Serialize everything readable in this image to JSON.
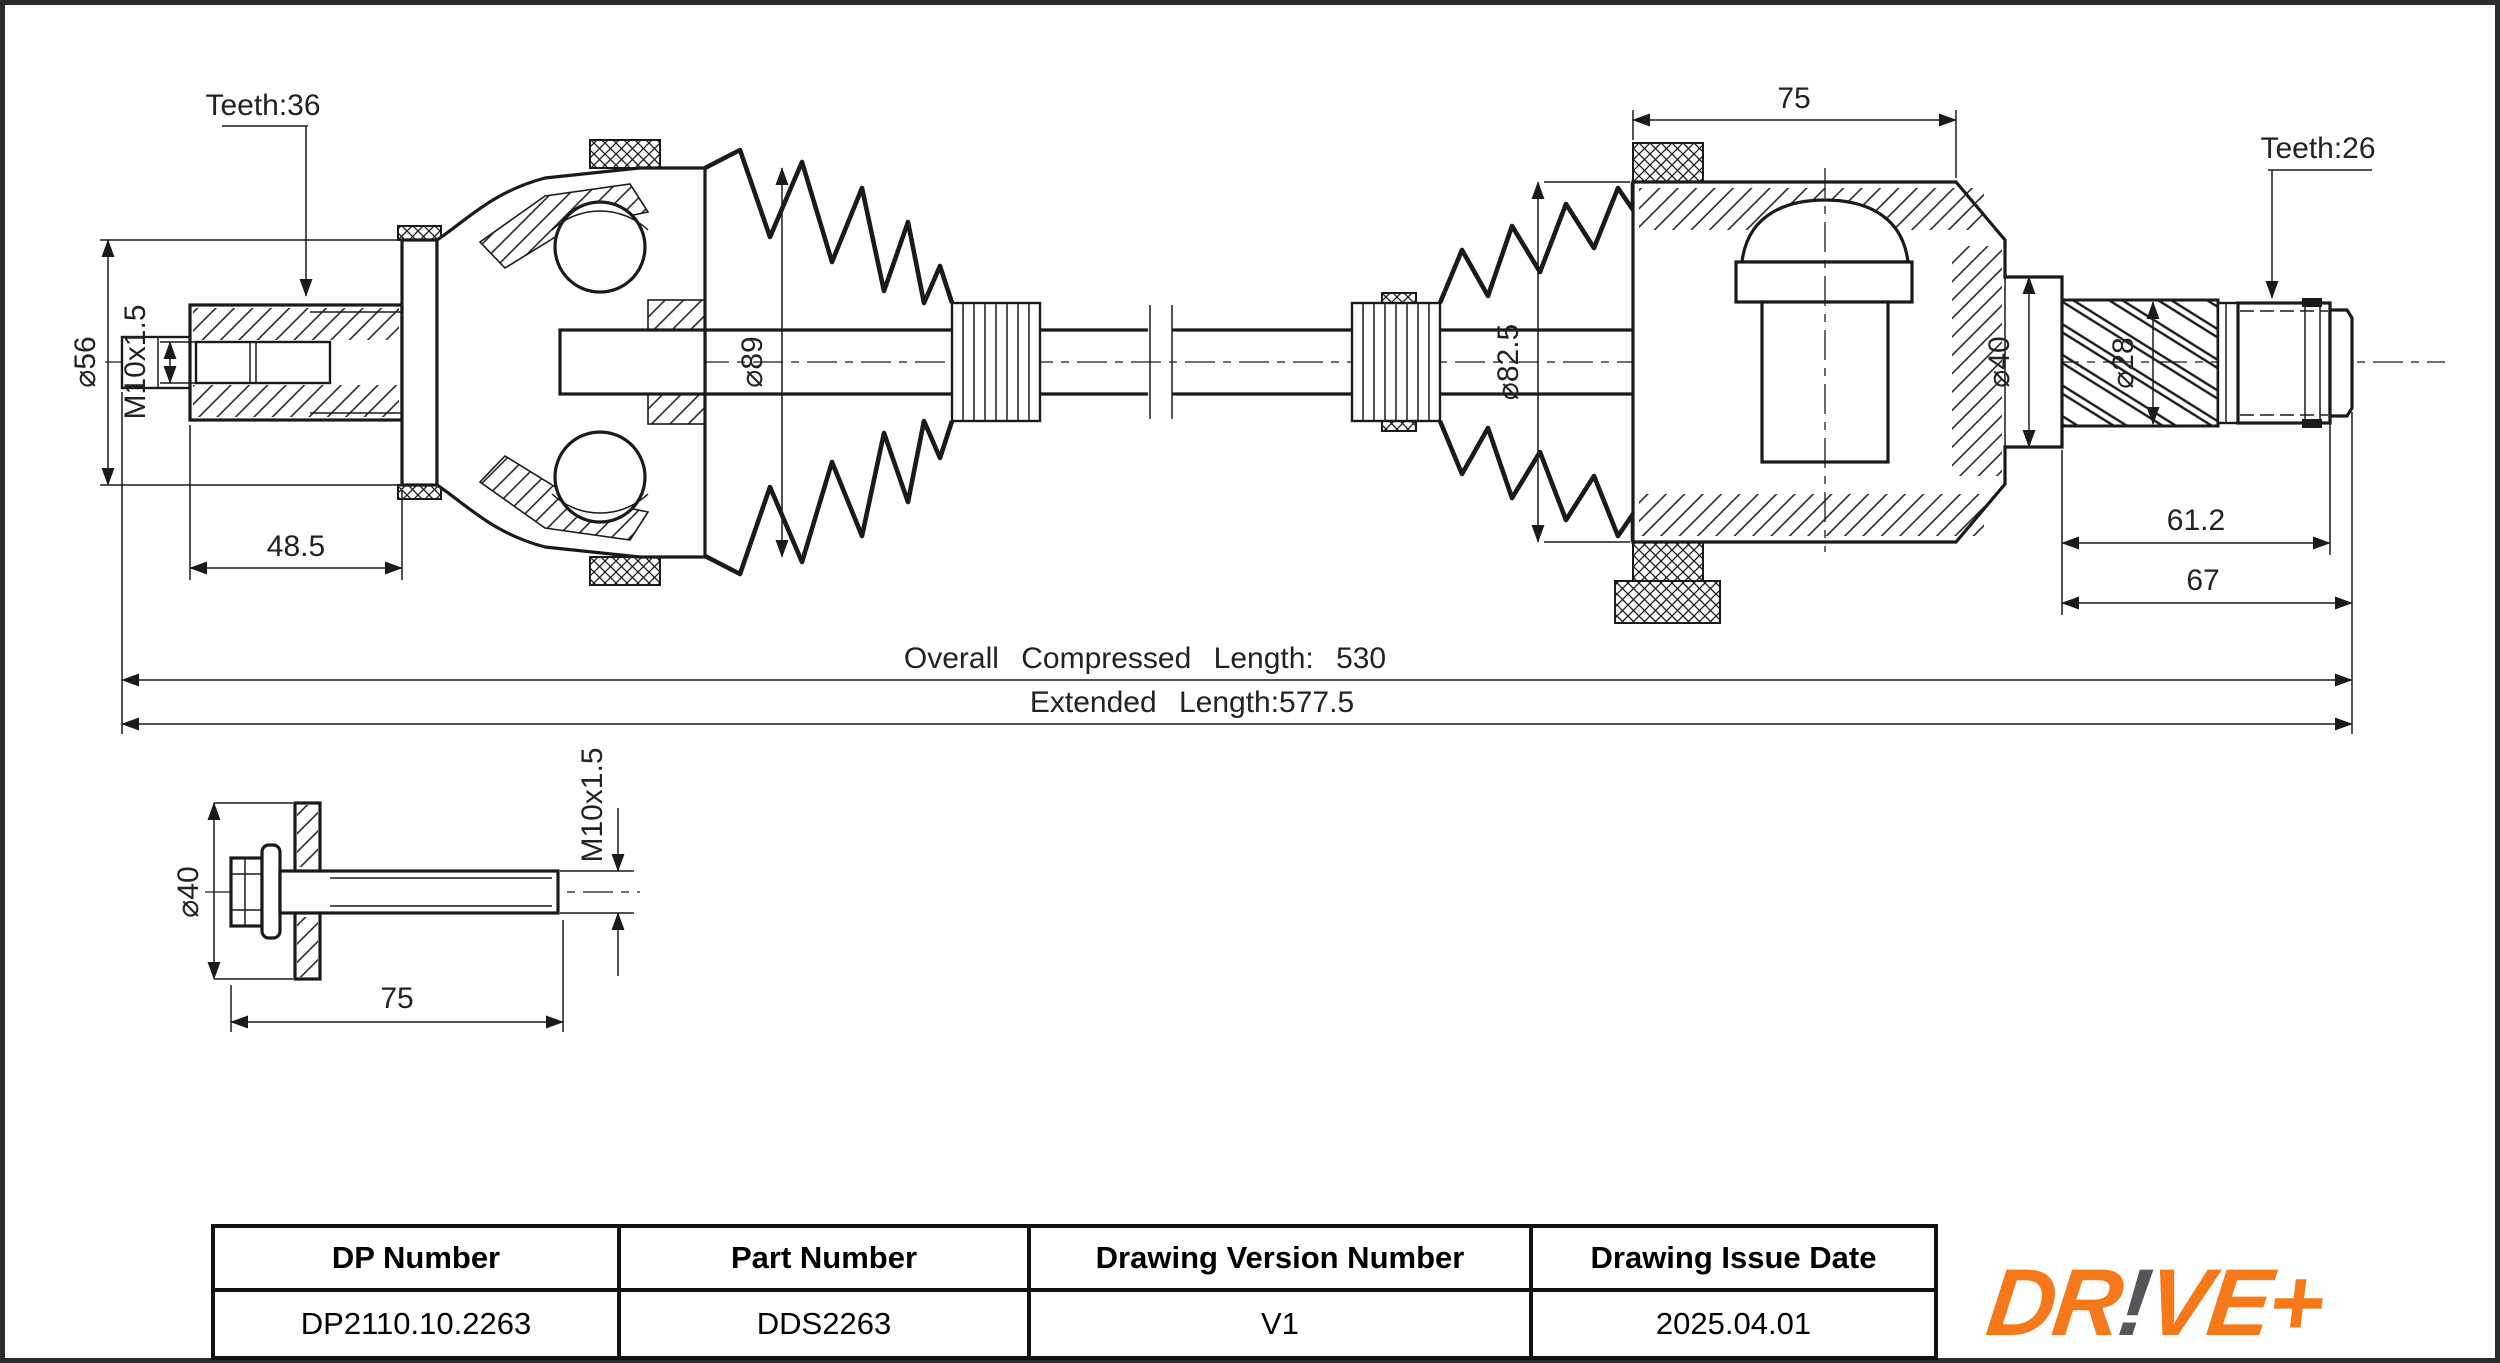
{
  "main_view": {
    "teeth_front_label": "Teeth:36",
    "teeth_rear_label": "Teeth:26",
    "dia_stub_flange": "⌀56",
    "front_thread": "M10x1.5",
    "dia_outer_joint": "⌀89",
    "stub_length": "48.5",
    "housing_width": "75",
    "dia_inner_joint": "⌀82.5",
    "dia_seal_seat": "⌀40",
    "dia_spline": "⌀28",
    "spline_length": "61.2",
    "stub_rear_length": "67",
    "compressed_length_label": "Overall Compressed Length: 530",
    "extended_length_label": "Extended Length:577.5"
  },
  "bolt_view": {
    "dia_flange": "⌀40",
    "thread": "M10x1.5",
    "length": "75"
  },
  "title_block": {
    "columns": [
      {
        "header": "DP Number",
        "value": "DP2110.10.2263"
      },
      {
        "header": "Part Number",
        "value": "DDS2263"
      },
      {
        "header": "Drawing Version Number",
        "value": "V1"
      },
      {
        "header": "Drawing Issue Date",
        "value": "2025.04.01"
      }
    ]
  },
  "logo": {
    "part1": "DR",
    "part2": "!",
    "part3": "VE+",
    "orange": "#F5791B",
    "gray": "#54565A"
  }
}
